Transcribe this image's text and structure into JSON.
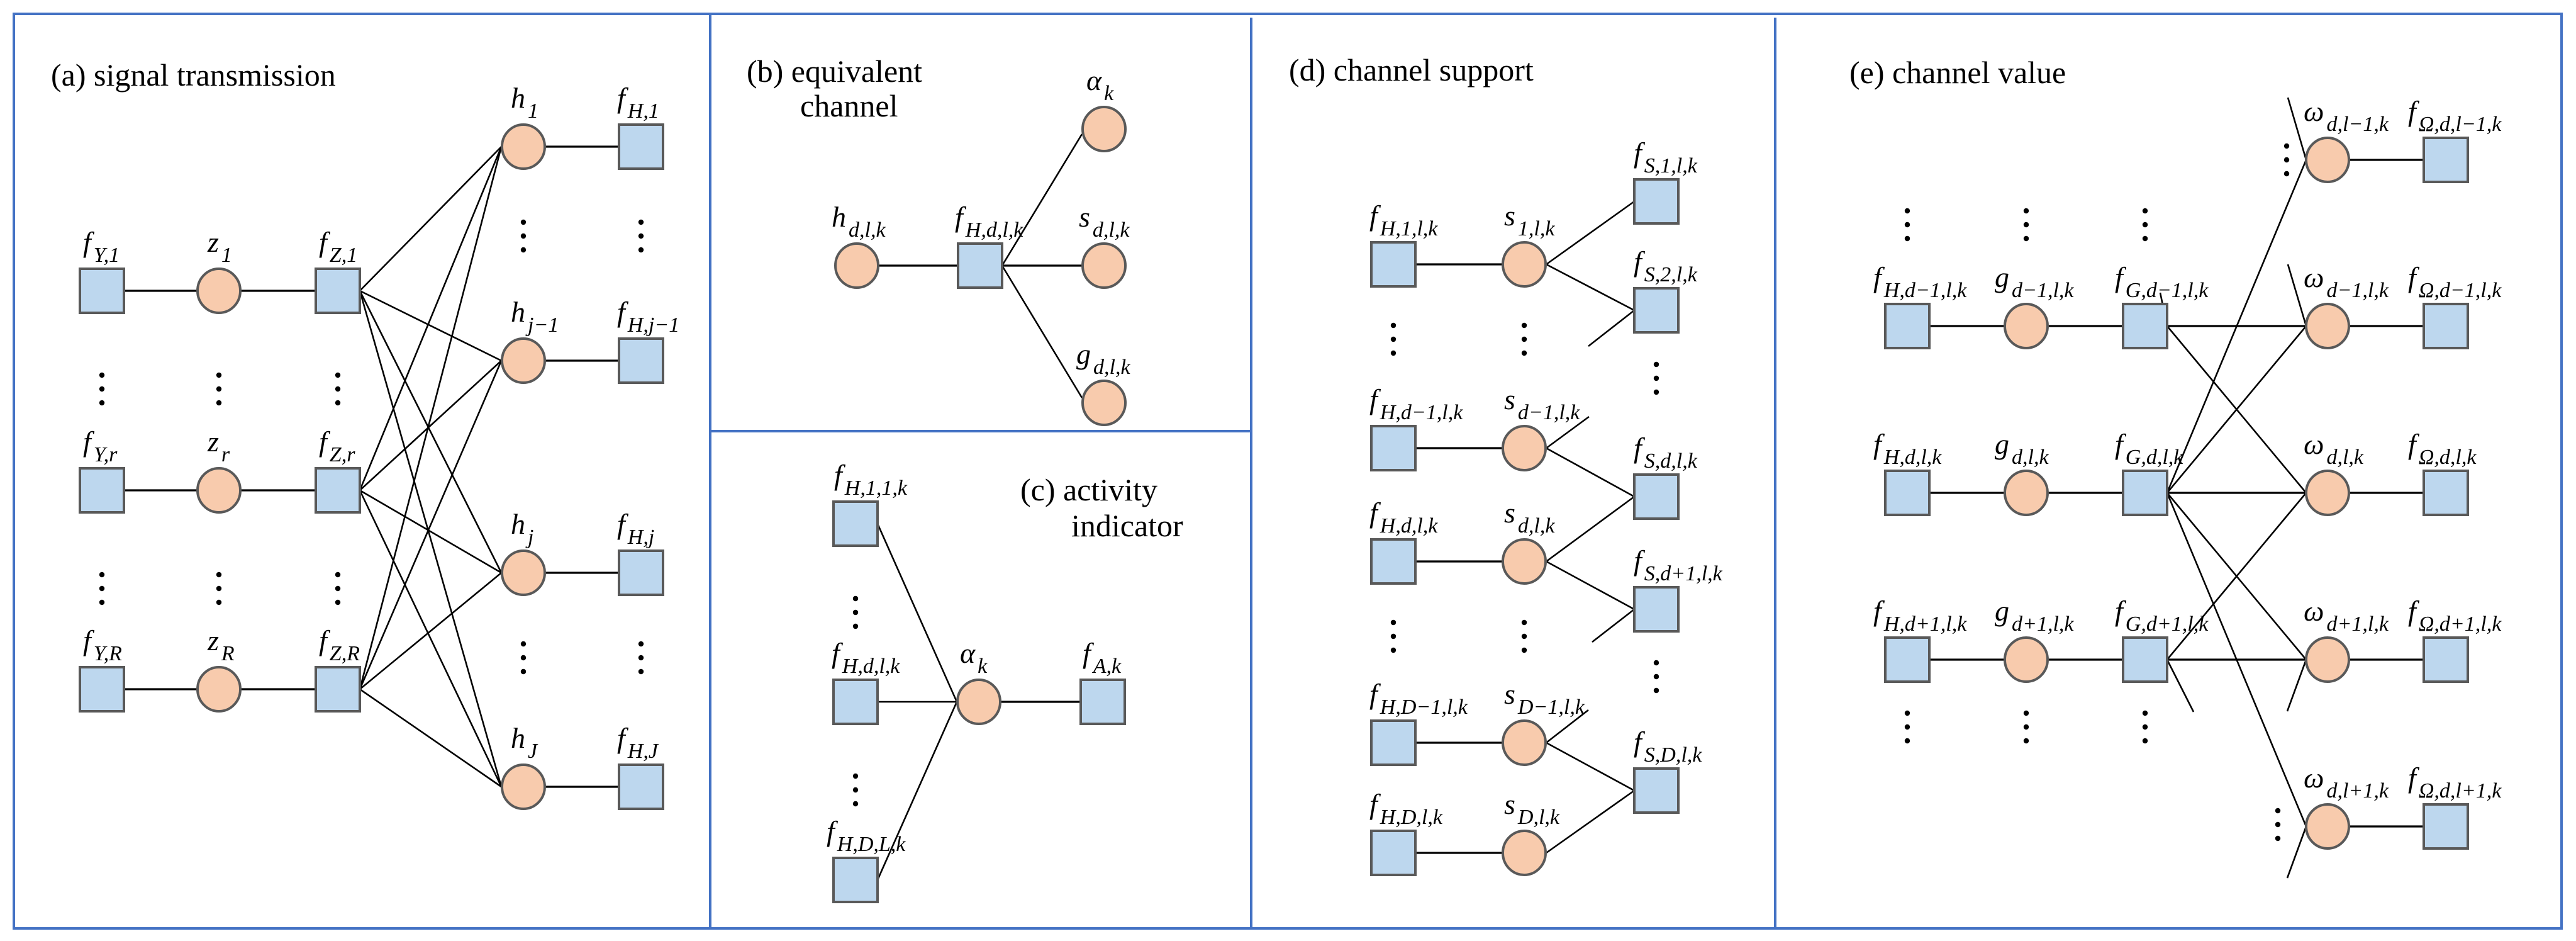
{
  "figure": {
    "colors": {
      "frame": "#4472C4",
      "factor_fill": "#BDD7EE",
      "variable_fill": "#F8CBAD",
      "node_stroke": "#595959",
      "edge": "#000000"
    },
    "panels": {
      "a": {
        "title": "(a) signal transmission",
        "rows": [
          {
            "fy": {
              "m": "f",
              "s": "Y,1"
            },
            "z": {
              "m": "z",
              "s": "1"
            },
            "fz": {
              "m": "f",
              "s": "Z,1"
            }
          },
          {
            "fy": {
              "m": "f",
              "s": "Y,r"
            },
            "z": {
              "m": "z",
              "s": "r"
            },
            "fz": {
              "m": "f",
              "s": "Z,r"
            }
          },
          {
            "fy": {
              "m": "f",
              "s": "Y,R"
            },
            "z": {
              "m": "z",
              "s": "R"
            },
            "fz": {
              "m": "f",
              "s": "Z,R"
            }
          }
        ],
        "h_nodes": [
          {
            "h": {
              "m": "h",
              "s": "1"
            },
            "fh": {
              "m": "f",
              "s": "H,1"
            }
          },
          {
            "h": {
              "m": "h",
              "s": "j−1"
            },
            "fh": {
              "m": "f",
              "s": "H,j−1"
            }
          },
          {
            "h": {
              "m": "h",
              "s": "j"
            },
            "fh": {
              "m": "f",
              "s": "H,j"
            }
          },
          {
            "h": {
              "m": "h",
              "s": "J"
            },
            "fh": {
              "m": "f",
              "s": "H,J"
            }
          }
        ]
      },
      "b": {
        "title_line1": "(b) equivalent",
        "title_line2": "channel",
        "h": {
          "m": "h",
          "s": "d,l,k"
        },
        "fh": {
          "m": "f",
          "s": "H,d,l,k"
        },
        "alpha": {
          "m": "α",
          "s": "k"
        },
        "s": {
          "m": "s",
          "s": "d,l,k"
        },
        "g": {
          "m": "g",
          "s": "d,l,k"
        }
      },
      "c": {
        "title_line1": "(c) activity",
        "title_line2": "indicator",
        "f_top": {
          "m": "f",
          "s": "H,1,1,k"
        },
        "f_mid": {
          "m": "f",
          "s": "H,d,l,k"
        },
        "f_bot": {
          "m": "f",
          "s": "H,D,L,k"
        },
        "alpha": {
          "m": "α",
          "s": "k"
        },
        "fa": {
          "m": "f",
          "s": "A,k"
        }
      },
      "d": {
        "title": "(d) channel support",
        "rows": [
          {
            "fh": {
              "m": "f",
              "s": "H,1,l,k"
            },
            "s": {
              "m": "s",
              "s": "1,l,k"
            }
          },
          {
            "fh": {
              "m": "f",
              "s": "H,d−1,l,k"
            },
            "s": {
              "m": "s",
              "s": "d−1,l,k"
            }
          },
          {
            "fh": {
              "m": "f",
              "s": "H,d,l,k"
            },
            "s": {
              "m": "s",
              "s": "d,l,k"
            }
          },
          {
            "fh": {
              "m": "f",
              "s": "H,D−1,l,k"
            },
            "s": {
              "m": "s",
              "s": "D−1,l,k"
            }
          },
          {
            "fh": {
              "m": "f",
              "s": "H,D,l,k"
            },
            "s": {
              "m": "s",
              "s": "D,l,k"
            }
          }
        ],
        "fs": [
          {
            "m": "f",
            "s": "S,1,l,k"
          },
          {
            "m": "f",
            "s": "S,2,l,k"
          },
          {
            "m": "f",
            "s": "S,d,l,k"
          },
          {
            "m": "f",
            "s": "S,d+1,l,k"
          },
          {
            "m": "f",
            "s": "S,D,l,k"
          }
        ]
      },
      "e": {
        "title": "(e) channel value",
        "rows": [
          {
            "fh": {
              "m": "f",
              "s": "H,d−1,l,k"
            },
            "g": {
              "m": "g",
              "s": "d−1,l,k"
            },
            "fg": {
              "m": "f",
              "s": "G,d−1,l,k"
            }
          },
          {
            "fh": {
              "m": "f",
              "s": "H,d,l,k"
            },
            "g": {
              "m": "g",
              "s": "d,l,k"
            },
            "fg": {
              "m": "f",
              "s": "G,d,l,k"
            }
          },
          {
            "fh": {
              "m": "f",
              "s": "H,d+1,l,k"
            },
            "g": {
              "m": "g",
              "s": "d+1,l,k"
            },
            "fg": {
              "m": "f",
              "s": "G,d+1,l,k"
            }
          }
        ],
        "omegas": [
          {
            "w": {
              "m": "ω",
              "s": "d,l−1,k"
            },
            "fo": {
              "m": "f",
              "s": "Ω,d,l−1,k"
            }
          },
          {
            "w": {
              "m": "ω",
              "s": "d−1,l,k"
            },
            "fo": {
              "m": "f",
              "s": "Ω,d−1,l,k"
            }
          },
          {
            "w": {
              "m": "ω",
              "s": "d,l,k"
            },
            "fo": {
              "m": "f",
              "s": "Ω,d,l,k"
            }
          },
          {
            "w": {
              "m": "ω",
              "s": "d+1,l,k"
            },
            "fo": {
              "m": "f",
              "s": "Ω,d+1,l,k"
            }
          },
          {
            "w": {
              "m": "ω",
              "s": "d,l+1,k"
            },
            "fo": {
              "m": "f",
              "s": "Ω,d,l+1,k"
            }
          }
        ]
      }
    }
  }
}
